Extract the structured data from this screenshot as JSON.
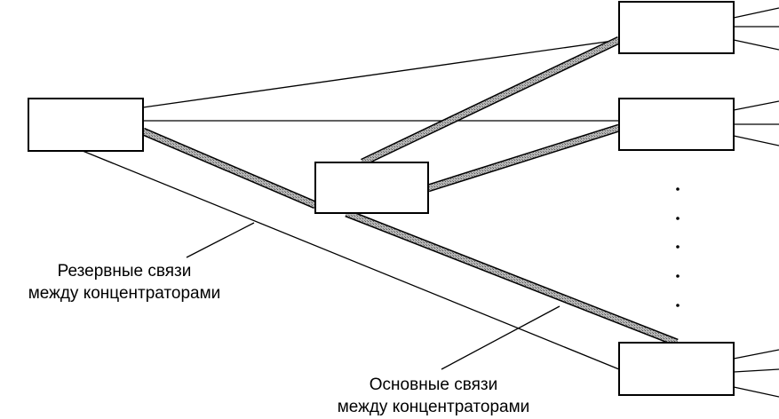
{
  "labels": {
    "backup_line1": "Резервные связи",
    "backup_line2": "между концентраторами",
    "main_line1": "Основные связи",
    "main_line2": "между концентраторами"
  },
  "colors": {
    "line": "#000000",
    "box_fill": "#ffffff",
    "primary_fill": "#9a9a9a"
  }
}
